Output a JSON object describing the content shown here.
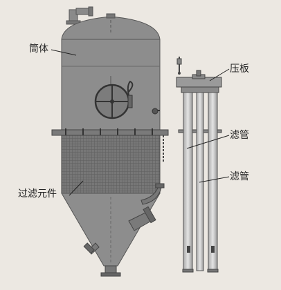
{
  "labels": {
    "shell": "筒体",
    "pressure_plate": "压板",
    "filter_tube_1": "滤管",
    "filter_tube_2": "滤管",
    "filter_element": "过滤元件"
  }
}
